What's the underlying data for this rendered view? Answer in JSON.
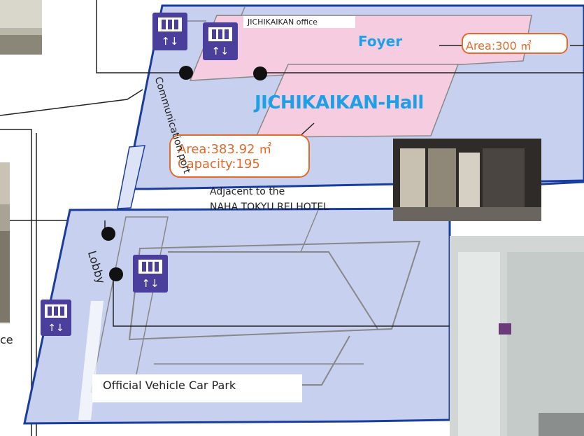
{
  "labels": {
    "office": "JICHIKAIKAN office",
    "foyer": "Foyer",
    "foyer_area": "Area:300 ㎡",
    "hall": "JICHIKAIKAN-Hall",
    "hall_area": "Area:383.92 ㎡",
    "hall_capacity": "Capacity:195",
    "communication_port": "Communication port",
    "adjacent_line1": "Adjacent to the",
    "adjacent_line2": "NAHA TOKYU REI HOTEL",
    "lobby": "Lobby",
    "car_park": "Official Vehicle Car Park",
    "partial_left": "ce"
  },
  "icons": [
    "elevator-icon",
    "elevator-icon",
    "elevator-icon",
    "elevator-icon"
  ],
  "colors": {
    "floor_fill": "#c8d0f0",
    "floor_stroke": "#1a3c9c",
    "room_pink": "#f6cde0",
    "hall_text": "#1ea0e6",
    "area_text": "#e26a2c",
    "elevator_bg": "#4a3f9a"
  }
}
